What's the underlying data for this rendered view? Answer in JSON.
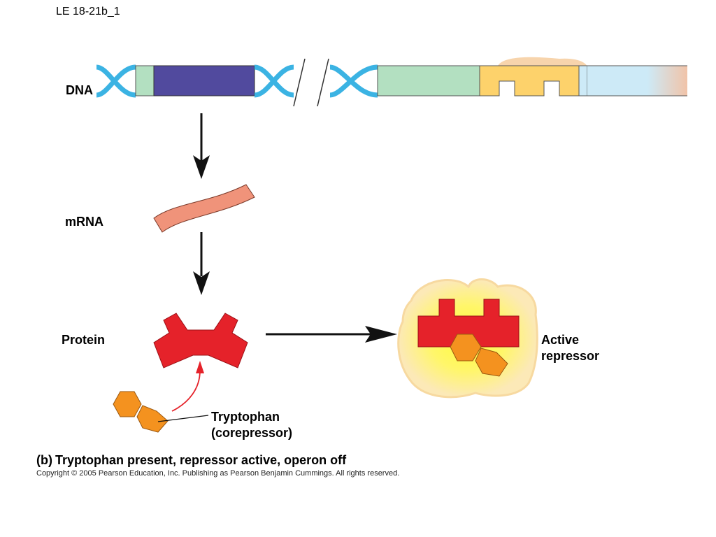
{
  "slide_id": "LE 18-21b_1",
  "labels": {
    "dna": "DNA",
    "mrna": "mRNA",
    "protein": "Protein",
    "active_repressor_line1": "Active",
    "active_repressor_line2": "repressor",
    "tryptophan_line1": "Tryptophan",
    "tryptophan_line2": "(corepressor)"
  },
  "caption": {
    "part": "(b)",
    "text": "Tryptophan present, repressor active, operon off"
  },
  "copyright": "Copyright ©  2005 Pearson Education, Inc. Publishing as Pearson Benjamin Cummings. All rights reserved.",
  "colors": {
    "dna_helix": "#3bb3e3",
    "regulator_gene": "#514a9e",
    "promoter": "#b3e0c1",
    "operator": "#fdd26b",
    "trp_genes": "#cdeaf7",
    "mrna": "#f0937a",
    "repressor": "#e5222a",
    "tryptophan": "#f4921f",
    "glow": "#fffa4d"
  }
}
